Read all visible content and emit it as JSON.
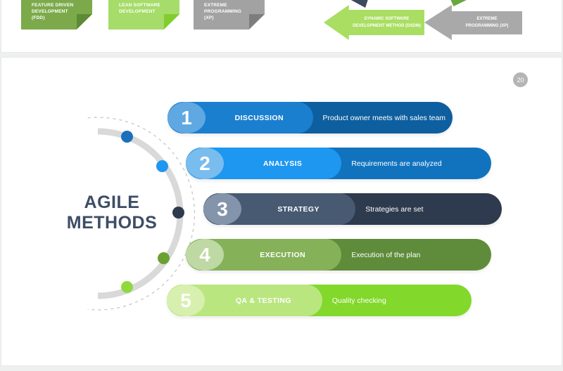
{
  "top_slide": {
    "ribbons": [
      {
        "lines": [
          "FEATURE DRIVEN",
          "DEVELOPMENT",
          "(FDD)"
        ],
        "color": "#7caa4b",
        "fold_color": "#5e8a36"
      },
      {
        "lines": [
          "LEAN SOFTWARE",
          "DEVELOPMENT"
        ],
        "color": "#a6dc69",
        "fold_color": "#7fce2e"
      },
      {
        "lines": [
          "EXTREME",
          "PROGRAMMING",
          "(XP)"
        ],
        "color": "#a2a2a2",
        "fold_color": "#7d7d7d"
      }
    ],
    "arrows": [
      {
        "lines": [
          "DYNAMIC SOFTWARE",
          "DEVELOPMENT METHOD (DSDM)"
        ],
        "color": "#a9de62"
      },
      {
        "lines": [
          "EXTREME",
          "PROGRAMMING (XP)"
        ],
        "color": "#a9a9a9"
      }
    ]
  },
  "main_slide": {
    "page_number": "20",
    "title_line1": "AGILE",
    "title_line2": "METHODS",
    "title_color": "#3d4d66",
    "steps": [
      {
        "num": "1",
        "label": "DISCUSSION",
        "desc": "Product owner meets with sales team",
        "base_color": "#0e5f9f",
        "mid_color": "#1b7fd0",
        "light_color": "#5fa8e2",
        "dot_color": "#1a70ba"
      },
      {
        "num": "2",
        "label": "ANALYSIS",
        "desc": "Requirements are analyzed",
        "base_color": "#1173be",
        "mid_color": "#1e97f0",
        "light_color": "#79bcee",
        "dot_color": "#1e97f0"
      },
      {
        "num": "3",
        "label": "STRATEGY",
        "desc": "Strategies are set",
        "base_color": "#2e3a4d",
        "mid_color": "#475a72",
        "light_color": "#8494aa",
        "dot_color": "#2e3a4d"
      },
      {
        "num": "4",
        "label": "EXECUTION",
        "desc": "Execution of the plan",
        "base_color": "#5f8c3a",
        "mid_color": "#85b159",
        "light_color": "#bed9a3",
        "dot_color": "#6aa133"
      },
      {
        "num": "5",
        "label": "QA & TESTING",
        "desc": "Quality checking",
        "base_color": "#82d82b",
        "mid_color": "#bae67f",
        "light_color": "#d8f0af",
        "dot_color": "#8fd93f"
      }
    ]
  }
}
